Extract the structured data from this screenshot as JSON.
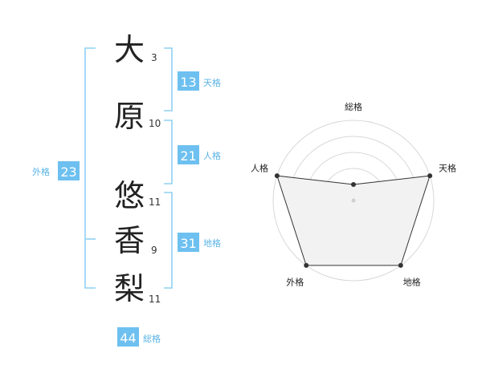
{
  "name": {
    "characters": [
      {
        "char": "大",
        "strokes": "3"
      },
      {
        "char": "原",
        "strokes": "10"
      },
      {
        "char": "悠",
        "strokes": "11"
      },
      {
        "char": "香",
        "strokes": "9"
      },
      {
        "char": "梨",
        "strokes": "11"
      }
    ]
  },
  "fortunes": {
    "tenkaku": {
      "value": "13",
      "label": "天格"
    },
    "jinkaku": {
      "value": "21",
      "label": "人格"
    },
    "chikaku": {
      "value": "31",
      "label": "地格"
    },
    "gaikaku": {
      "value": "23",
      "label": "外格"
    },
    "soukaku": {
      "value": "44",
      "label": "総格"
    }
  },
  "chart_data": {
    "type": "radar",
    "axes": [
      "総格",
      "天格",
      "地格",
      "外格",
      "人格"
    ],
    "values": [
      1,
      5,
      5,
      5,
      5
    ],
    "range": [
      0,
      5
    ],
    "rings": 4,
    "grid": true
  },
  "colors": {
    "accent": "#6dc0f0",
    "bracket": "#8fd0f4",
    "label": "#5ab4e6",
    "text": "#222222",
    "radar_fill": "#f2f2f2",
    "radar_stroke": "#333333",
    "grid": "#d8d8d8"
  }
}
